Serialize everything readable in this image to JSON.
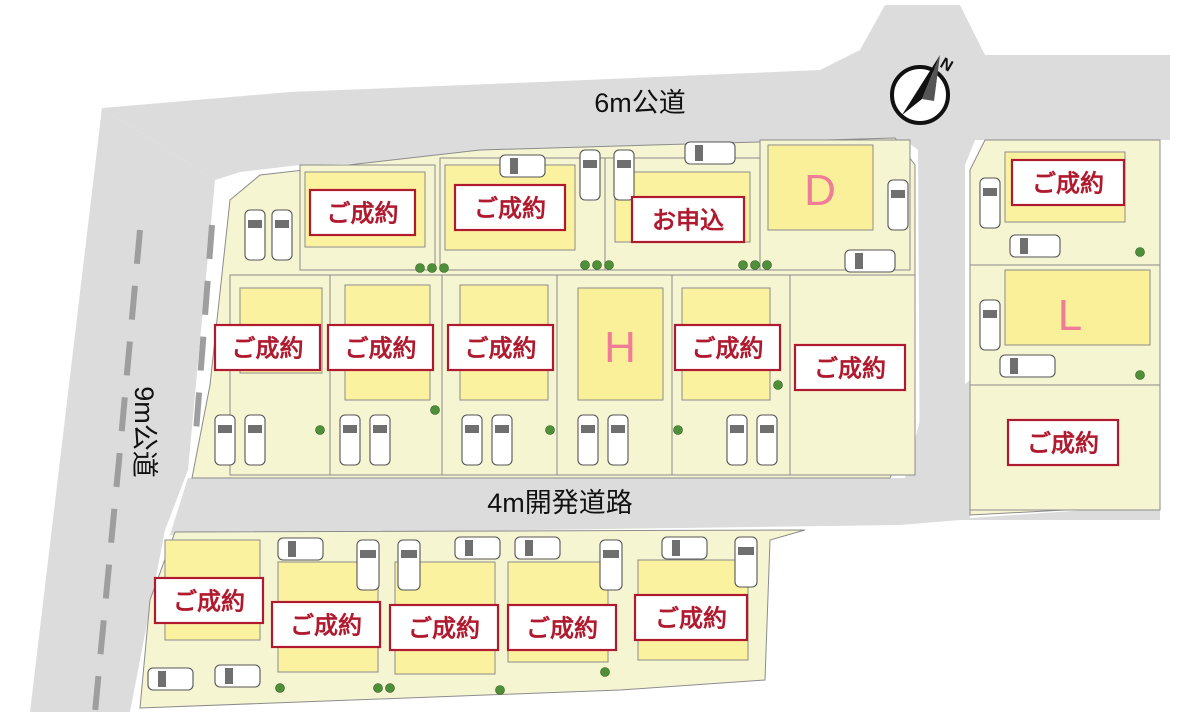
{
  "roads": {
    "north": "6m公道",
    "west": "9m公道",
    "internal": "4m開発道路"
  },
  "compass": {
    "label": "N"
  },
  "lots": [
    {
      "id": "D",
      "label": "D",
      "status": ""
    },
    {
      "id": "H",
      "label": "H",
      "status": ""
    },
    {
      "id": "L",
      "label": "L",
      "status": ""
    }
  ],
  "badges": [
    "ご成約",
    "ご成約",
    "お申込",
    "ご成約",
    "ご成約",
    "ご成約",
    "ご成約",
    "ご成約",
    "ご成約",
    "ご成約",
    "ご成約",
    "ご成約",
    "ご成約",
    "ご成約",
    "ご成約"
  ],
  "colors": {
    "badge": "#b01a2e",
    "lot_letter": "#ef7d97",
    "road": "#dcdcdd",
    "lot": "#f6f5d2",
    "building": "#fbf2a0"
  }
}
